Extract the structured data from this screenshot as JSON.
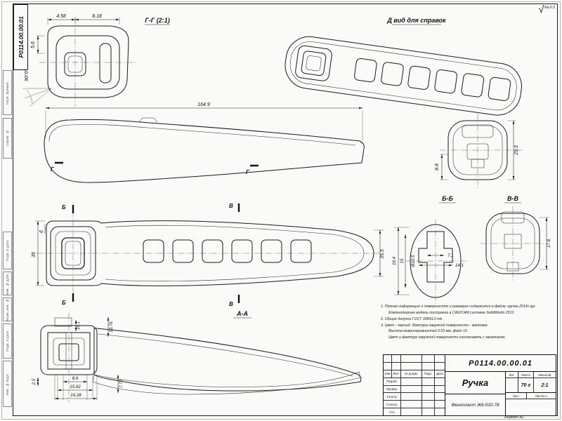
{
  "sheet": {
    "corner_stamp": "P0114.00.00.01",
    "roughness_symbol": "√",
    "roughness_mark": "Ra 0.2",
    "format_note": "Формат А2",
    "margin_labels": {
      "perv": "Перв. примен.",
      "sprav": "Справ. №",
      "podp1": "Подп. и дата",
      "inv_dubl": "Инв. № дубл.",
      "vzam": "Взам. инв. №",
      "podp2": "Подп. и дата",
      "inv_podl": "Инв. № подл."
    }
  },
  "views": {
    "section_g": {
      "label": "Г-Г (2:1)",
      "dim_458": "4.58",
      "dim_818": "8.18",
      "dim_56": "5.6",
      "dim_angle": "90°0'"
    },
    "view_d": {
      "label": "Д вид для справок"
    },
    "front": {
      "dim_length": "164.9",
      "cut_mark": "Г"
    },
    "plan": {
      "dim_35": "35",
      "dim_6": "6",
      "dim_355": "35.5",
      "cut_b": "Б",
      "cut_v": "В"
    },
    "end": {
      "dim_293": "29.3",
      "dim_88": "8.8"
    },
    "section_b": {
      "label": "Б-Б",
      "dim_194": "19.4",
      "dim_15": "15",
      "dim_d105": "Ø10.5",
      "dim_71": "7.1",
      "dim_141": "14.1"
    },
    "section_v": {
      "label": "В-В",
      "dim_178": "17.8"
    },
    "section_a": {
      "label": "А-А",
      "dim_101": "10.1",
      "dim_1376": "13.76",
      "dim_25": "2.5",
      "dim_86": "8.6",
      "dim_1562": "15.62",
      "dim_1928": "19.28",
      "dim_772": "7.72"
    }
  },
  "notes": {
    "n1a": "1.  Полная информация о поверхностях и размерах содержится в файле «ручка 2014».igs.",
    "n1b": "Компьютерная модель построена в CAD/CAM системе SolidWorks 2013",
    "n2": "2.  Общие допуски ГОСТ 30893.2-mk.",
    "n3a": "3.  Цвет - черный. Фактура наружной поверхности - матовая.",
    "n3b": "Высота микронеровностей 0.03 мм, файл 15.",
    "n3c": "Цвет и фактуру наружной поверхности согласовать с заказчиком."
  },
  "title_block": {
    "doc_number": "P0114.00.00.01",
    "part_name": "Ручка",
    "material": "Фенопласт Ж6-010-78",
    "mass_value": "70 г",
    "scale_value": "2:1",
    "headers": {
      "lit": "Лит.",
      "mass": "Масса",
      "scale": "Масштаб",
      "sheet": "Лист",
      "sheets": "Листов 1"
    },
    "sig_header": {
      "izm": "Изм",
      "list": "Лист",
      "doc": "№ докум.",
      "podp": "Подп.",
      "data": "Дата"
    },
    "sig_rows": {
      "r1": "Разраб.",
      "r2": "Провер.",
      "r3": "Т.контр.",
      "r4": "Н.контр.",
      "r5": "Утв."
    }
  }
}
